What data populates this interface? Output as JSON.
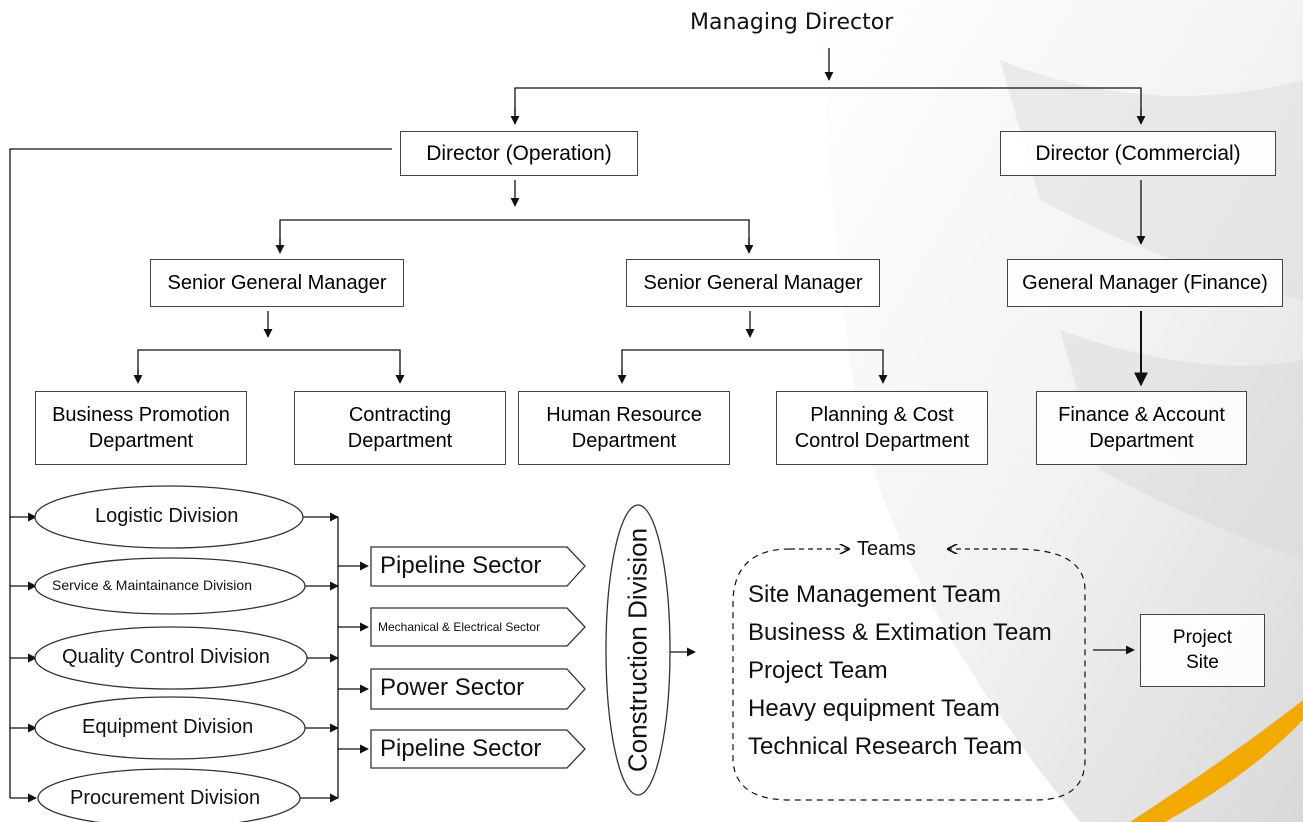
{
  "root": {
    "label": "Managing Director"
  },
  "directors": {
    "operation": "Director (Operation)",
    "commercial": "Director (Commercial)"
  },
  "managers": {
    "sgm_left": "Senior General Manager",
    "sgm_right": "Senior General Manager",
    "gm_finance": "General Manager (Finance)"
  },
  "departments": {
    "business_promotion": "Business Promotion\nDepartment",
    "contracting": "Contracting\nDepartment",
    "human_resource": "Human Resource\nDepartment",
    "planning": "Planning & Cost\nControl Department",
    "finance": "Finance & Account\nDepartment"
  },
  "divisions": [
    "Logistic Division",
    "Service & Maintainance Division",
    "Quality Control Division",
    "Equipment Division",
    "Procurement Division"
  ],
  "sectors": [
    "Pipeline Sector",
    "Mechanical & Electrical Sector",
    "Power Sector",
    "Pipeline Sector"
  ],
  "construction": {
    "label": "Construction Division"
  },
  "teams": {
    "title": "Teams",
    "items": [
      "Site Management Team",
      "Business & Extimation Team",
      "Project Team",
      "Heavy equipment Team",
      "Technical Research Team"
    ]
  },
  "project_site": {
    "label": "Project\nSite"
  },
  "colors": {
    "line": "#111111",
    "accent": "#f2a900",
    "backdrop": "#cfcfcf"
  }
}
